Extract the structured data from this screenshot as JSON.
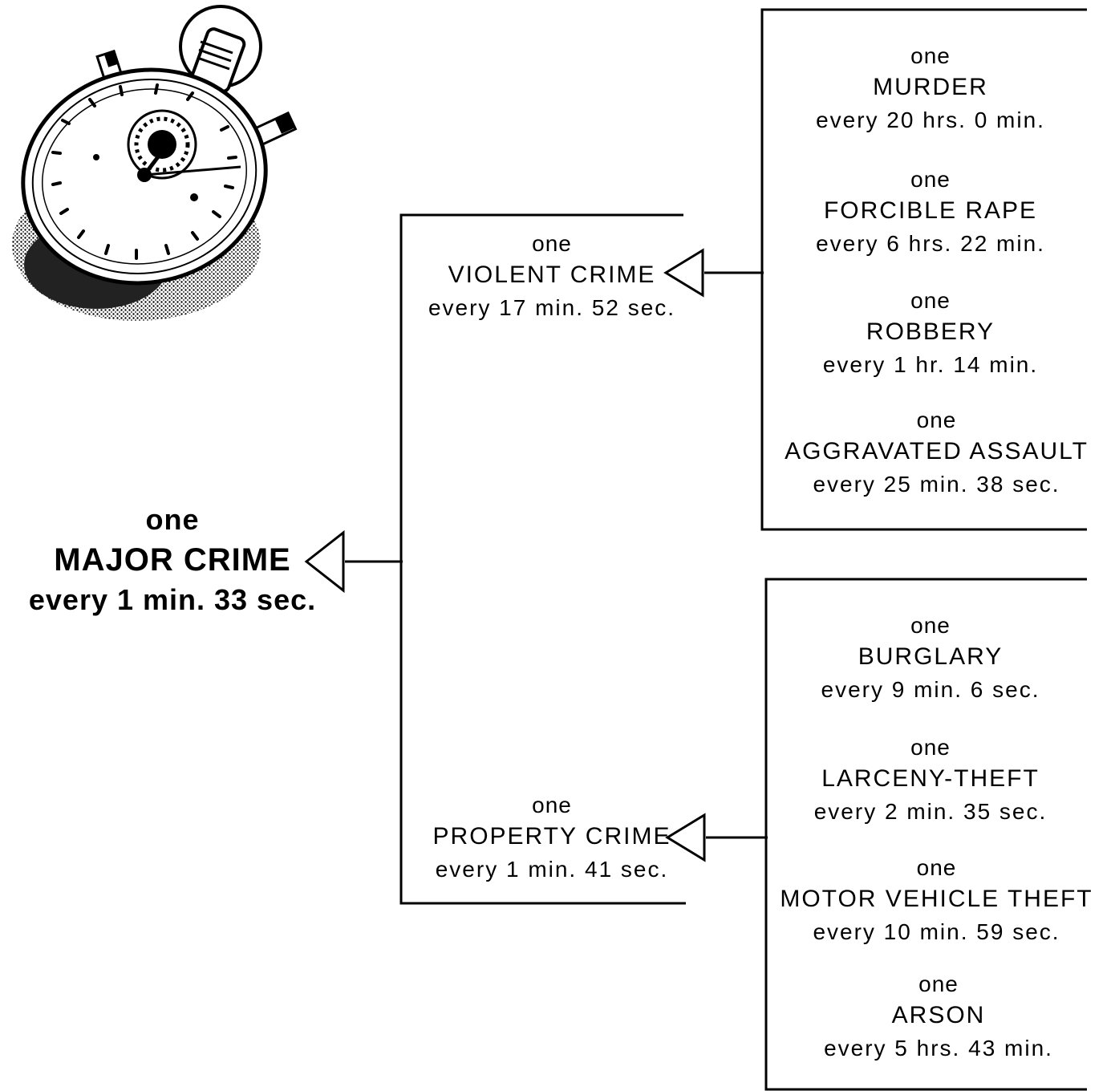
{
  "major": {
    "prefix": "one",
    "name": "MAJOR CRIME",
    "rate": "every 1 min. 33 sec."
  },
  "violent": {
    "prefix": "one",
    "name": "VIOLENT CRIME",
    "rate": "every 17 min. 52 sec."
  },
  "property": {
    "prefix": "one",
    "name": "PROPERTY CRIME",
    "rate": "every 1 min. 41 sec."
  },
  "violent_items": [
    {
      "prefix": "one",
      "name": "MURDER",
      "rate": "every 20 hrs. 0 min."
    },
    {
      "prefix": "one",
      "name": "FORCIBLE RAPE",
      "rate": "every 6 hrs. 22 min."
    },
    {
      "prefix": "one",
      "name": "ROBBERY",
      "rate": "every 1 hr. 14 min."
    },
    {
      "prefix": "one",
      "name": "AGGRAVATED ASSAULT",
      "rate": "every 25 min. 38 sec."
    }
  ],
  "property_items": [
    {
      "prefix": "one",
      "name": "BURGLARY",
      "rate": "every 9 min. 6 sec."
    },
    {
      "prefix": "one",
      "name": "LARCENY-THEFT",
      "rate": "every 2 min. 35 sec."
    },
    {
      "prefix": "one",
      "name": "MOTOR VEHICLE THEFT",
      "rate": "every 10 min. 59 sec."
    },
    {
      "prefix": "one",
      "name": "ARSON",
      "rate": "every 5 hrs. 43 min."
    }
  ],
  "icons": {
    "clock": "stopwatch-icon",
    "arrow": "hollow-triangle-arrow-icon"
  },
  "colors": {
    "ink": "#000000",
    "paper": "#ffffff"
  }
}
